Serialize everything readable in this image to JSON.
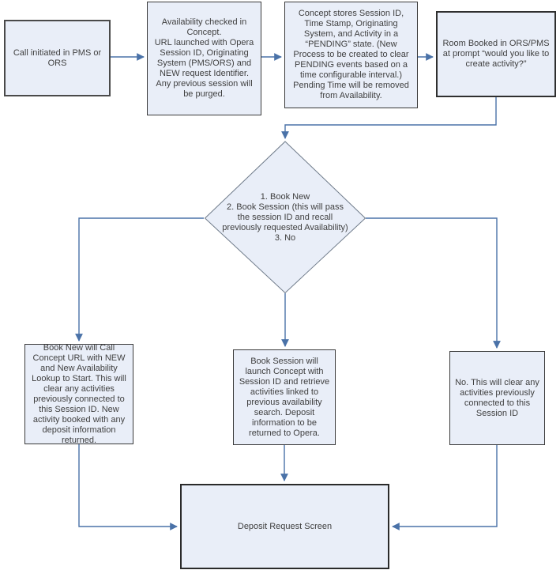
{
  "colors": {
    "node_fill": "#e9eef8",
    "node_border": "#3a3a3a",
    "diamond_border": "#6e7a89",
    "connector_blue": "#4a72a8",
    "text": "#3f3f3f",
    "background": "#ffffff"
  },
  "nodes": {
    "call_initiated": {
      "text": "Call initiated in PMS or ORS"
    },
    "availability_checked": {
      "text": "Availability checked in Concept.\nURL launched with Opera Session ID, Originating System (PMS/ORS) and NEW request Identifier. Any previous session will be purged."
    },
    "concept_stores": {
      "text": "Concept stores Session ID, Time Stamp, Originating System, and Activity in a “PENDING” state. (New Process to be created to clear PENDING events based on a time configurable interval.) Pending Time will be removed from Availability."
    },
    "room_booked": {
      "text": "Room Booked in ORS/PMS at prompt “would you like to create activity?”"
    },
    "decision": {
      "text": "1. Book New\n2. Book Session (this will pass\nthe session ID and recall\npreviously requested Availability)\n3. No"
    },
    "book_new": {
      "text": "Book New will Call Concept URL with NEW and New Availability Lookup to Start. This will clear any activities previously connected to this Session ID. New activity booked with any deposit information returned."
    },
    "book_session": {
      "text": "Book Session will launch Concept with Session ID and retrieve activities linked to previous availability search. Deposit information to be returned to Opera."
    },
    "no_clear": {
      "text": "No. This will clear any activities previously connected to this Session ID"
    },
    "deposit_request": {
      "text": "Deposit Request Screen"
    }
  }
}
